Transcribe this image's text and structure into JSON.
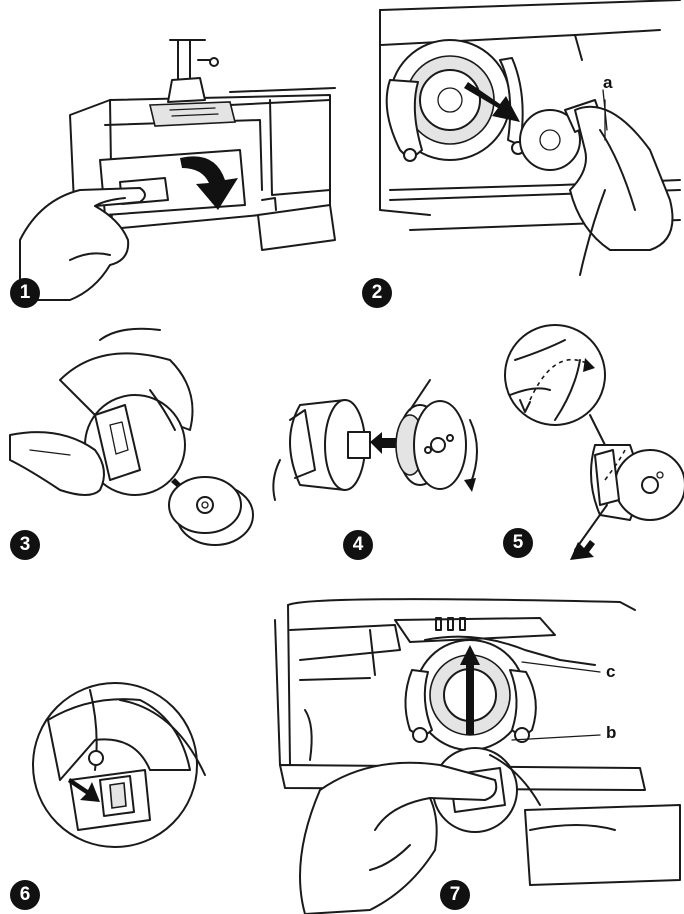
{
  "steps": [
    {
      "number": "1"
    },
    {
      "number": "2",
      "callouts": [
        "a"
      ]
    },
    {
      "number": "3"
    },
    {
      "number": "4"
    },
    {
      "number": "5"
    },
    {
      "number": "6"
    },
    {
      "number": "7",
      "callouts": [
        "c",
        "b"
      ]
    }
  ],
  "colors": {
    "line": "#1a1a1a",
    "badge": "#111111",
    "badge_text": "#ffffff",
    "background": "#ffffff"
  },
  "icons": [
    "down-arrow-icon",
    "direction-arrow-icon",
    "rotation-arrow-icon",
    "up-arrow-icon"
  ]
}
